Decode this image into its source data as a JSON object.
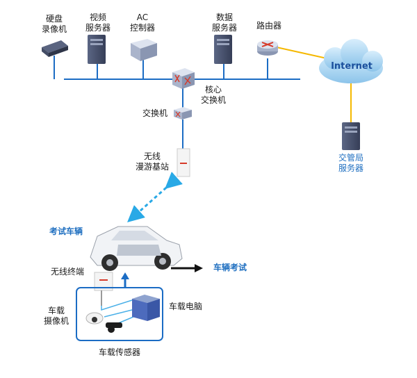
{
  "labels": {
    "dvr": [
      "硬盘",
      "录像机"
    ],
    "video_server": [
      "视频",
      "服务器"
    ],
    "ac_controller": [
      "AC",
      "控制器"
    ],
    "data_server": [
      "数据",
      "服务器"
    ],
    "router": "路由器",
    "internet": "Internet",
    "core_switch": [
      "核心",
      "交换机"
    ],
    "switch": "交换机",
    "wireless_base": [
      "无线",
      "漫游基站"
    ],
    "traffic_server": [
      "交管局",
      "服务器"
    ],
    "exam_vehicle": "考试车辆",
    "wireless_terminal": "无线终端",
    "vehicle_exam": "车辆考试",
    "onboard_camera": [
      "车载",
      "摄像机"
    ],
    "onboard_computer": "车载电脑",
    "onboard_sensor": "车载传感器"
  },
  "colors": {
    "network_line": "#1b6cc4",
    "internet_link": "#f5b800",
    "wireless_link": "#29a9e6",
    "highlight_text": "#1f6fc0",
    "panel_border": "#1b6cc4",
    "server_body": "#4a5570"
  }
}
